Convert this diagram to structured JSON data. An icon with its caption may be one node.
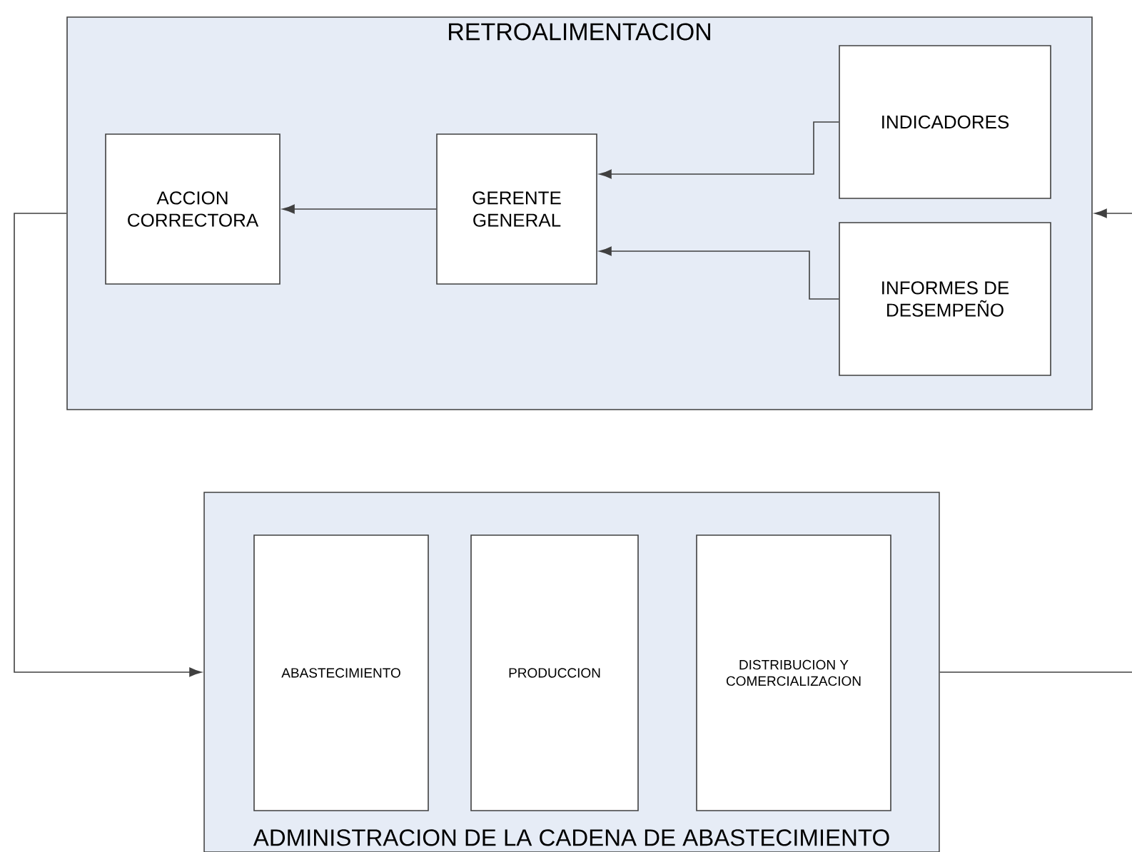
{
  "diagram": {
    "nodes": [
      {
        "text": [
          "RETROALIMENTACION"
        ]
      },
      {
        "text": [
          "ACCION CORRECTORA"
        ],
        "in": 0
      },
      {
        "text": [
          "GERENTE GENERAL"
        ],
        "in": 0
      },
      {
        "text": [
          "INDICADORES"
        ],
        "in": 0
      },
      {
        "text": [
          "INFORMES DE DESEMPEÑO"
        ],
        "in": 0
      },
      {
        "text": [
          "ADMINISTRACION DE LA CADENA DE ABASTECIMIENTO"
        ]
      },
      {
        "text": [
          "ABASTECIMIENTO"
        ],
        "in": 5
      },
      {
        "text": [
          "PRODUCCION"
        ],
        "in": 5
      },
      {
        "text": [
          "DISTRIBUCION Y COMERCIALIZACION"
        ],
        "in": 5
      }
    ],
    "edges": [
      {
        "from": 3,
        "to": 2,
        "arrow": "to"
      },
      {
        "from": 4,
        "to": 2,
        "arrow": "to"
      },
      {
        "from": 2,
        "to": 1,
        "arrow": "to"
      },
      {
        "from": 0,
        "to": 5,
        "arrow": "to"
      },
      {
        "from": 5,
        "to": null,
        "arrow": "none"
      },
      {
        "from": null,
        "to": 0,
        "arrow": "to"
      }
    ]
  }
}
